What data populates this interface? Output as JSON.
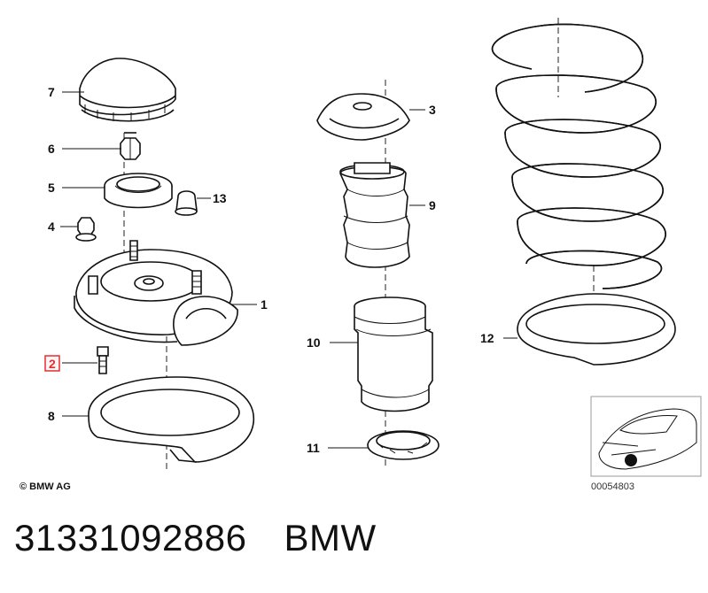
{
  "callouts": {
    "c1": "1",
    "c2": "2",
    "c3": "3",
    "c4": "4",
    "c5": "5",
    "c6": "6",
    "c7": "7",
    "c8": "8",
    "c9": "9",
    "c10": "10",
    "c11": "11",
    "c12": "12",
    "c13": "13"
  },
  "highlighted_callout": "2",
  "copyright": "© BMW AG",
  "diagram_ref": "00054803",
  "footer": {
    "part_number": "31331092886",
    "brand": "BMW"
  },
  "colors": {
    "highlight": "#e03030",
    "ink": "#111111",
    "background": "#ffffff"
  }
}
